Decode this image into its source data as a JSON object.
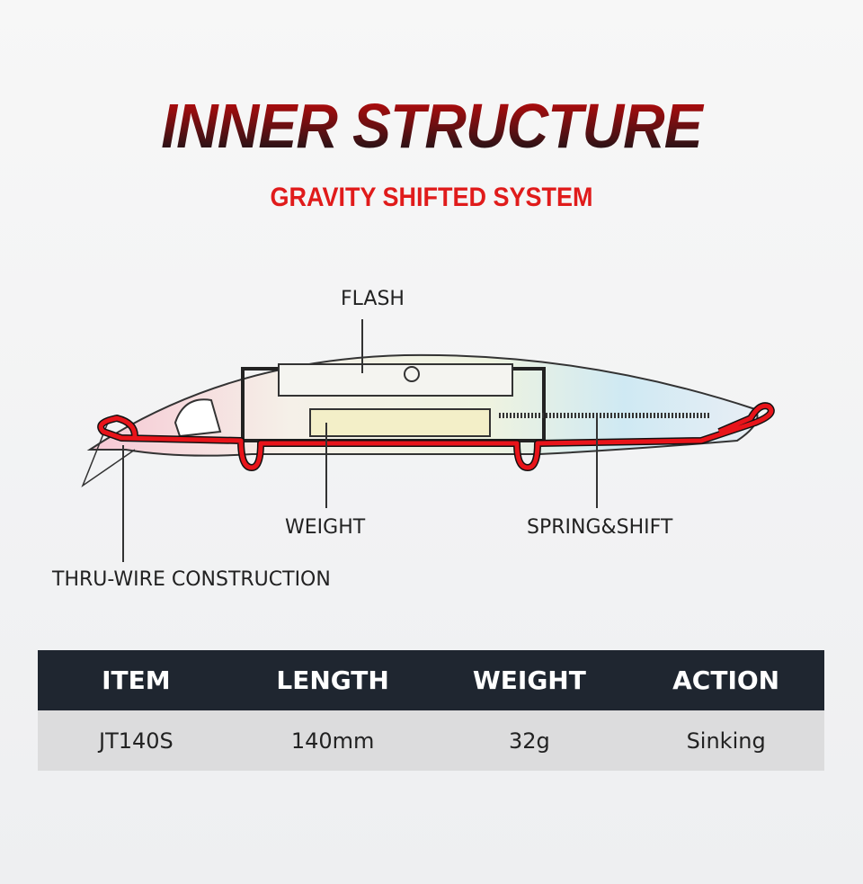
{
  "title": "INNER STRUCTURE",
  "subtitle": "GRAVITY SHIFTED SYSTEM",
  "labels": {
    "flash": "FLASH",
    "weight": "WEIGHT",
    "spring_shift": "SPRING&SHIFT",
    "thru_wire": "THRU-WIRE CONSTRUCTION"
  },
  "table": {
    "headers": [
      "ITEM",
      "LENGTH",
      "WEIGHT",
      "ACTION"
    ],
    "row": [
      "JT140S",
      "140mm",
      "32g",
      "Sinking"
    ]
  },
  "colors": {
    "wire": "#e8141a",
    "header_bg": "#1f2630",
    "row_bg": "#dcdcdd",
    "subtitle": "#e01b1b"
  }
}
